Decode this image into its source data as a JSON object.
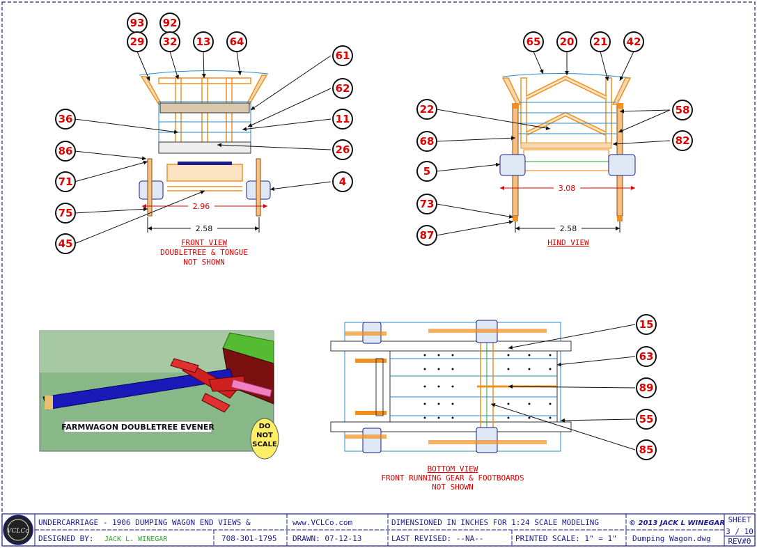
{
  "drawing": {
    "front_view": {
      "title": "FRONT VIEW",
      "notes": [
        "DOUBLETREE & TONGUE",
        "NOT SHOWN"
      ],
      "dims": [
        "2.96",
        "2.58"
      ],
      "callouts": [
        "93",
        "92",
        "29",
        "32",
        "13",
        "64",
        "61",
        "62",
        "36",
        "11",
        "86",
        "26",
        "71",
        "4",
        "75",
        "45"
      ]
    },
    "hind_view": {
      "title": "HIND VIEW",
      "dims": [
        "3.08",
        "2.58"
      ],
      "callouts": [
        "65",
        "20",
        "21",
        "42",
        "22",
        "58",
        "68",
        "82",
        "5",
        "73",
        "87"
      ]
    },
    "bottom_view": {
      "title": "BOTTOM VIEW",
      "notes": [
        "FRONT RUNNING GEAR & FOOTBOARDS",
        "NOT SHOWN"
      ],
      "callouts": [
        "15",
        "63",
        "89",
        "55",
        "85"
      ]
    },
    "photo": {
      "caption": "FARMWAGON DOUBLETREE EVENER",
      "stamp": [
        "DO",
        "NOT",
        "SCALE"
      ]
    }
  },
  "title_block": {
    "title": "UNDERCARRIAGE - 1906 DUMPING WAGON END VIEWS &",
    "website": "www.VCLCo.com",
    "dimensioned": "DIMENSIONED IN INCHES FOR 1:24 SCALE MODELING",
    "copyright": "© 2013 JACK L WINEGAR",
    "sheet_label": "SHEET",
    "sheet": "3 / 10",
    "designed_by_label": "DESIGNED BY:",
    "designer": "JACK L. WINEGAR",
    "phone": "708-301-1795",
    "drawn": "DRAWN: 07-12-13",
    "last_revised": "LAST REVISED: --NA--",
    "printed_scale": "PRINTED SCALE: 1\" = 1\"",
    "file": "Dumping Wagon.dwg",
    "rev": "REV#0",
    "logo_text": "VCLCo"
  },
  "colors": {
    "border": "#1a1a8c",
    "callout_text": "#e00000",
    "wood": "#f09020",
    "dim": "#e00000",
    "cyan_line": "#2a8ac8",
    "photo_bg": "#88b888"
  }
}
